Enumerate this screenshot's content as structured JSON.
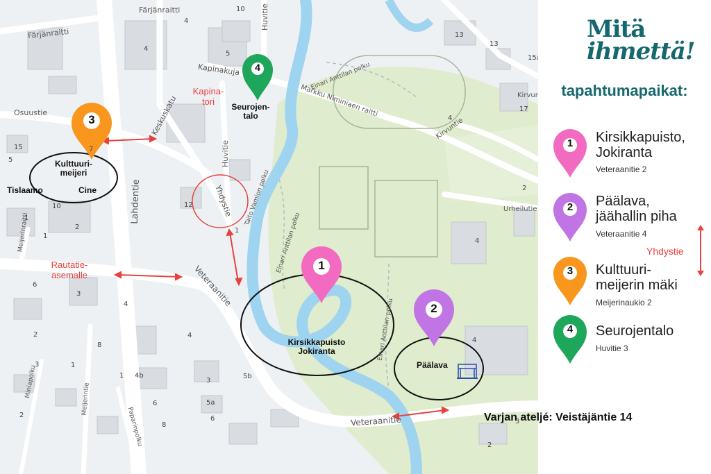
{
  "logo": {
    "line1": "Mitä",
    "line2": "ihmettä!"
  },
  "subtitle": "tapahtumapaikat:",
  "colors": {
    "pink": "#f26bc0",
    "purple": "#c174e3",
    "orange": "#f9961e",
    "green": "#1ea65a",
    "teal": "#14686e",
    "red_annotation": "#e8413e",
    "river": "#9ed4ef",
    "park": "#dfeccd"
  },
  "legend": [
    {
      "number": "1",
      "name": "Kirsikkapuisto, Jokiranta",
      "name_line1": "Kirsikkapuisto,",
      "name_line2": "Jokiranta",
      "address": "Veteraanitie 2",
      "color": "#f26bc0"
    },
    {
      "number": "2",
      "name": "Päälava, jäähallin piha",
      "name_line1": "Päälava,",
      "name_line2": "jäähallin piha",
      "address": "Veteraanitie 4",
      "color": "#c174e3"
    },
    {
      "number": "3",
      "name": "Kulttuuri-meijerin mäki",
      "name_line1": "Kulttuuri-",
      "name_line2": "meijerin mäki",
      "address": "Meijerinaukio 2",
      "color": "#f9961e"
    },
    {
      "number": "4",
      "name": "Seurojentalo",
      "name_line1": "Seurojentalo",
      "name_line2": "",
      "address": "Huvitie 3",
      "color": "#1ea65a"
    }
  ],
  "legend_annotation": "Yhdystie",
  "bottom_note": "Varjan ateljé: Veistäjäntie 14",
  "map": {
    "venue_labels": {
      "kulttuurimeijeri_1": "Kulttuuri-",
      "kulttuurimeijeri_2": "meijeri",
      "tislaamo": "Tislaamo",
      "cine": "Cine",
      "seurojentalo_1": "Seurojen-",
      "seurojentalo_2": "talo",
      "kirsikkapuisto_1": "Kirsikkapuisto",
      "kirsikkapuisto_2": "Jokiranta",
      "paalava": "Päälava"
    },
    "red_labels": {
      "kapinatori_1": "Kapina-",
      "kapinatori_2": "tori",
      "rautatieasemalle_1": "Rautatie-",
      "rautatieasemalle_2": "asemalle"
    },
    "streets": {
      "farjanraitti_top": "Färjänraitti",
      "farjanraitti": "Färjänraitti",
      "osuustie": "Osuustie",
      "keskuskatu": "Keskuskatu",
      "kapinakuja": "Kapinakuja",
      "huvitie_top": "Huvitie",
      "huvitie": "Huvitie",
      "yhdystie": "Yhdystie",
      "taito_vamion_polku": "Taito Vamion polku",
      "einari_anttilan_polku_top": "Einari Anttilan polku",
      "einari_anttilan_polku_mid": "Einari Anttilan polku",
      "einari_anttilan_polku_right": "Einari Anttilan polku",
      "markku_niminiaen_raitti": "Markku Niminiaen raitti",
      "kirvuntie": "Kirvuntie",
      "kirvuntie_top": "Kirvun",
      "urheilutie": "Urheilutie",
      "lahdentie": "Lahdentie",
      "meijerinraitti": "Meijerinraitti",
      "veteraanitie_left": "Veteraanitie",
      "veteraanitie_bottom": "Veteraanitie",
      "miniapolku": "Miniapolku",
      "meijerintie": "Meijerintie",
      "paparinpolku": "Paparinpolku"
    },
    "house_numbers": [
      "10",
      "4",
      "5",
      "13",
      "15a",
      "13",
      "17",
      "7",
      "15",
      "4",
      "5",
      "12",
      "1",
      "10",
      "1",
      "2",
      "1",
      "6",
      "3",
      "4",
      "8",
      "2",
      "1",
      "1",
      "3",
      "6",
      "3",
      "5b",
      "5a",
      "4b",
      "4",
      "8",
      "2",
      "6",
      "2",
      "3",
      "4",
      "4",
      "2",
      "4"
    ]
  }
}
